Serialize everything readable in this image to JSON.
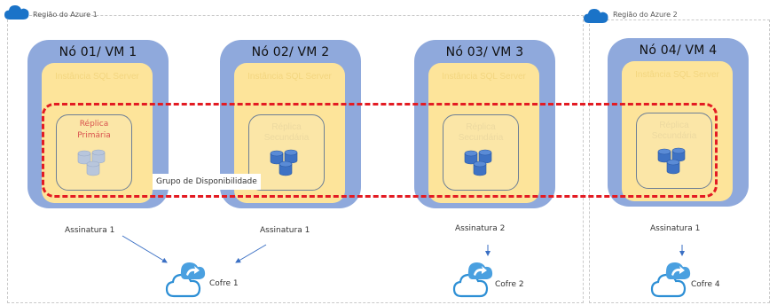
{
  "regions": [
    {
      "label": "Região do Azure 1"
    },
    {
      "label": "Região do Azure 2"
    }
  ],
  "nodes": [
    {
      "title": "Nó 01/ VM 1",
      "sql_text": "Instância SQL Server",
      "replica_label_1": "Réplica",
      "replica_label_2": "Primária",
      "replica_faint": "",
      "subscription": "Assinatura 1"
    },
    {
      "title": "Nó 02/ VM 2",
      "sql_text": "Instância SQL Server",
      "replica_label_1": "",
      "replica_label_2": "",
      "replica_faint": "Réplica Secundária",
      "subscription": "Assinatura 1"
    },
    {
      "title": "Nó 03/ VM 3",
      "sql_text": "Instância SQL Server",
      "replica_label_1": "",
      "replica_label_2": "",
      "replica_faint": "Réplica Secundária",
      "subscription": "Assinatura 2"
    },
    {
      "title": "Nó 04/ VM 4",
      "sql_text": "Instância SQL Server",
      "replica_label_1": "",
      "replica_label_2": "",
      "replica_faint": "Réplica Secundária",
      "subscription": "Assinatura 1"
    }
  ],
  "availability_group": {
    "label": "Grupo de Disponibilidade"
  },
  "vaults": [
    {
      "label": "Cofre 1"
    },
    {
      "label": "Cofre 2"
    },
    {
      "label": "Cofre 4"
    }
  ],
  "colors": {
    "node_bg": "#8fa9dc",
    "sql_bg": "#fde49a",
    "ag_border": "#e31b23",
    "replica_text": "#d9534f",
    "azure_blue": "#1a73c8"
  }
}
